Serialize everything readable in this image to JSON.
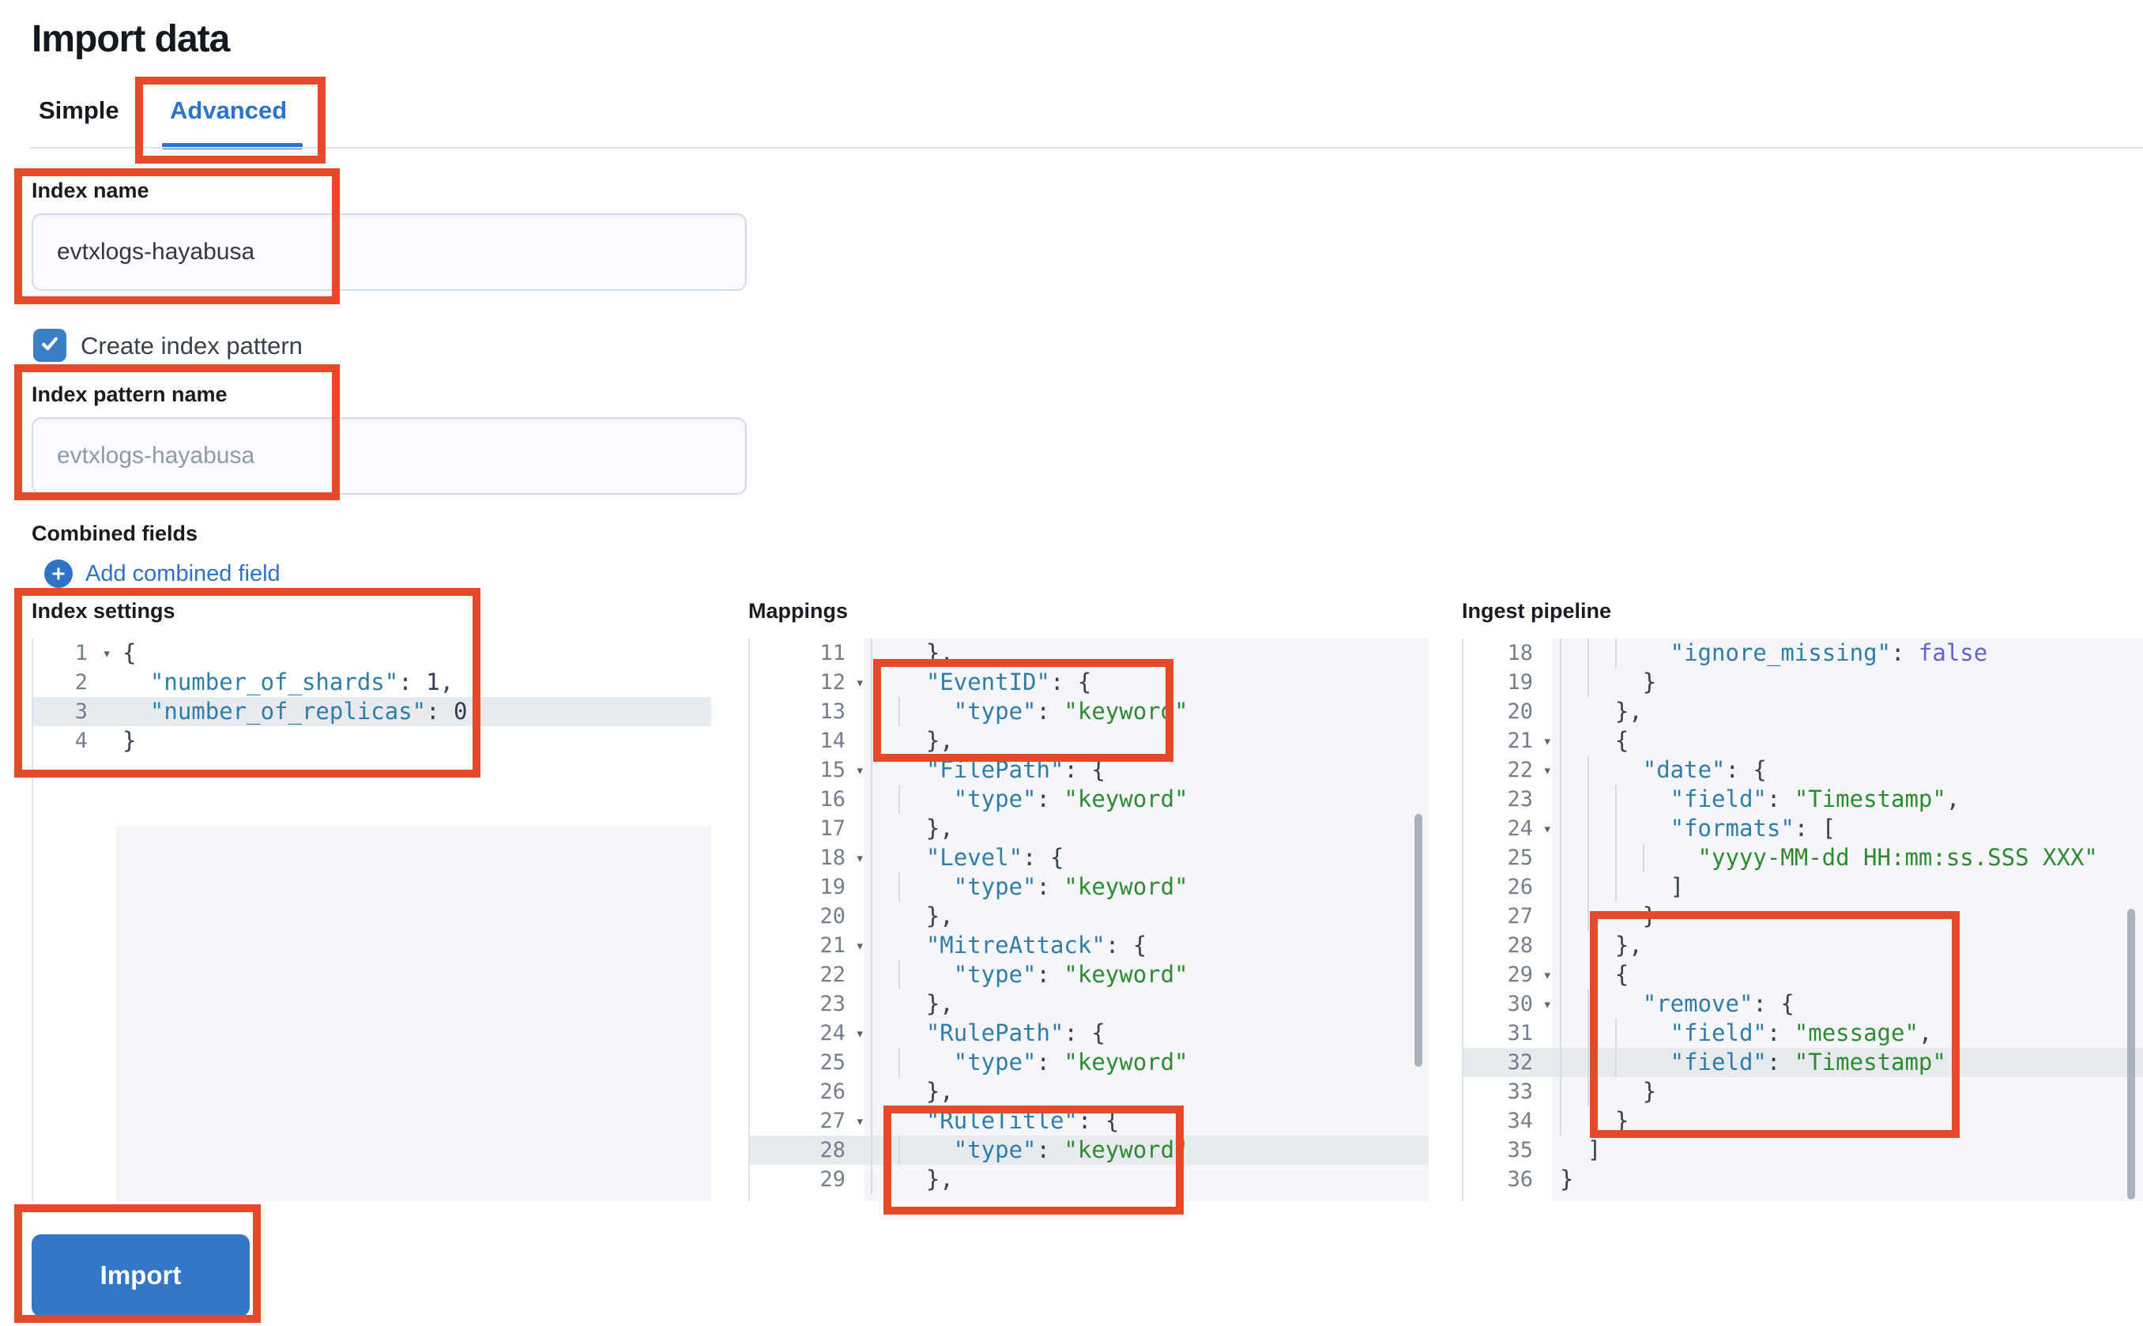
{
  "page": {
    "title": "Import data"
  },
  "tabs": [
    {
      "label": "Simple",
      "active": false
    },
    {
      "label": "Advanced",
      "active": true
    }
  ],
  "form": {
    "index_name": {
      "label": "Index name",
      "value": "evtxlogs-hayabusa"
    },
    "create_index_pattern": {
      "label": "Create index pattern",
      "checked": true
    },
    "index_pattern_name": {
      "label": "Index pattern name",
      "placeholder": "evtxlogs-hayabusa"
    },
    "combined_fields": {
      "label": "Combined fields",
      "add_link_label": "Add combined field"
    }
  },
  "colors": {
    "accent_blue": "#2e74c6",
    "button_blue": "#3377c8",
    "annotation_red": "#e64928",
    "code_key": "#2f7da8",
    "code_string": "#2e8a2e",
    "code_constant": "#6560cf"
  },
  "import_button": {
    "label": "Import"
  },
  "editors": [
    {
      "title": "Index settings",
      "lines": [
        {
          "n": "1",
          "f": 1,
          "g": 0,
          "tk": [
            [
              "p",
              "{"
            ]
          ]
        },
        {
          "n": "2",
          "g": 0,
          "tk": [
            [
              "t",
              "  "
            ],
            [
              "k",
              "\"number_of_shards\""
            ],
            [
              "p",
              ": "
            ],
            [
              "n",
              "1"
            ],
            [
              "p",
              ","
            ]
          ]
        },
        {
          "n": "3",
          "a": 1,
          "g": 0,
          "tk": [
            [
              "t",
              "  "
            ],
            [
              "k",
              "\"number_of_replicas\""
            ],
            [
              "p",
              ": "
            ],
            [
              "n",
              "0"
            ]
          ]
        },
        {
          "n": "4",
          "g": 0,
          "tk": [
            [
              "p",
              "}"
            ]
          ]
        }
      ]
    },
    {
      "title": "Mappings",
      "lines": [
        {
          "n": "11",
          "g": 1,
          "tk": [
            [
              "t",
              "  "
            ],
            [
              "p",
              "},"
            ]
          ]
        },
        {
          "n": "12",
          "f": 1,
          "g": 1,
          "tk": [
            [
              "t",
              "  "
            ],
            [
              "k",
              "\"EventID\""
            ],
            [
              "p",
              ": {"
            ]
          ]
        },
        {
          "n": "13",
          "g": 2,
          "tk": [
            [
              "t",
              "  "
            ],
            [
              "k",
              "\"type\""
            ],
            [
              "p",
              ": "
            ],
            [
              "s",
              "\"keyword\""
            ]
          ]
        },
        {
          "n": "14",
          "g": 1,
          "tk": [
            [
              "t",
              "  "
            ],
            [
              "p",
              "},"
            ]
          ]
        },
        {
          "n": "15",
          "f": 1,
          "g": 1,
          "tk": [
            [
              "t",
              "  "
            ],
            [
              "k",
              "\"FilePath\""
            ],
            [
              "p",
              ": {"
            ]
          ]
        },
        {
          "n": "16",
          "g": 2,
          "tk": [
            [
              "t",
              "  "
            ],
            [
              "k",
              "\"type\""
            ],
            [
              "p",
              ": "
            ],
            [
              "s",
              "\"keyword\""
            ]
          ]
        },
        {
          "n": "17",
          "g": 1,
          "tk": [
            [
              "t",
              "  "
            ],
            [
              "p",
              "},"
            ]
          ]
        },
        {
          "n": "18",
          "f": 1,
          "g": 1,
          "tk": [
            [
              "t",
              "  "
            ],
            [
              "k",
              "\"Level\""
            ],
            [
              "p",
              ": {"
            ]
          ]
        },
        {
          "n": "19",
          "g": 2,
          "tk": [
            [
              "t",
              "  "
            ],
            [
              "k",
              "\"type\""
            ],
            [
              "p",
              ": "
            ],
            [
              "s",
              "\"keyword\""
            ]
          ]
        },
        {
          "n": "20",
          "g": 1,
          "tk": [
            [
              "t",
              "  "
            ],
            [
              "p",
              "},"
            ]
          ]
        },
        {
          "n": "21",
          "f": 1,
          "g": 1,
          "tk": [
            [
              "t",
              "  "
            ],
            [
              "k",
              "\"MitreAttack\""
            ],
            [
              "p",
              ": {"
            ]
          ]
        },
        {
          "n": "22",
          "g": 2,
          "tk": [
            [
              "t",
              "  "
            ],
            [
              "k",
              "\"type\""
            ],
            [
              "p",
              ": "
            ],
            [
              "s",
              "\"keyword\""
            ]
          ]
        },
        {
          "n": "23",
          "g": 1,
          "tk": [
            [
              "t",
              "  "
            ],
            [
              "p",
              "},"
            ]
          ]
        },
        {
          "n": "24",
          "f": 1,
          "g": 1,
          "tk": [
            [
              "t",
              "  "
            ],
            [
              "k",
              "\"RulePath\""
            ],
            [
              "p",
              ": {"
            ]
          ]
        },
        {
          "n": "25",
          "g": 2,
          "tk": [
            [
              "t",
              "  "
            ],
            [
              "k",
              "\"type\""
            ],
            [
              "p",
              ": "
            ],
            [
              "s",
              "\"keyword\""
            ]
          ]
        },
        {
          "n": "26",
          "g": 1,
          "tk": [
            [
              "t",
              "  "
            ],
            [
              "p",
              "},"
            ]
          ]
        },
        {
          "n": "27",
          "f": 1,
          "g": 1,
          "tk": [
            [
              "t",
              "  "
            ],
            [
              "k",
              "\"RuleTitle\""
            ],
            [
              "p",
              ": {"
            ]
          ]
        },
        {
          "n": "28",
          "a": 1,
          "g": 2,
          "tk": [
            [
              "t",
              "  "
            ],
            [
              "k",
              "\"type\""
            ],
            [
              "p",
              ": "
            ],
            [
              "s",
              "\"keyword\""
            ]
          ]
        },
        {
          "n": "29",
          "g": 1,
          "tk": [
            [
              "t",
              "  "
            ],
            [
              "p",
              "},"
            ]
          ]
        }
      ]
    },
    {
      "title": "Ingest pipeline",
      "lines": [
        {
          "n": "18",
          "g": 3,
          "tk": [
            [
              "t",
              "  "
            ],
            [
              "k",
              "\"ignore_missing\""
            ],
            [
              "p",
              ": "
            ],
            [
              "c",
              "false"
            ]
          ]
        },
        {
          "n": "19",
          "g": 2,
          "tk": [
            [
              "t",
              "  "
            ],
            [
              "p",
              "}"
            ]
          ]
        },
        {
          "n": "20",
          "g": 1,
          "tk": [
            [
              "t",
              "  "
            ],
            [
              "p",
              "},"
            ]
          ]
        },
        {
          "n": "21",
          "f": 1,
          "g": 1,
          "tk": [
            [
              "t",
              "  "
            ],
            [
              "p",
              "{"
            ]
          ]
        },
        {
          "n": "22",
          "f": 1,
          "g": 2,
          "tk": [
            [
              "t",
              "  "
            ],
            [
              "k",
              "\"date\""
            ],
            [
              "p",
              ": {"
            ]
          ]
        },
        {
          "n": "23",
          "g": 3,
          "tk": [
            [
              "t",
              "  "
            ],
            [
              "k",
              "\"field\""
            ],
            [
              "p",
              ": "
            ],
            [
              "s",
              "\"Timestamp\""
            ],
            [
              "p",
              ","
            ]
          ]
        },
        {
          "n": "24",
          "f": 1,
          "g": 3,
          "tk": [
            [
              "t",
              "  "
            ],
            [
              "k",
              "\"formats\""
            ],
            [
              "p",
              ": ["
            ]
          ]
        },
        {
          "n": "25",
          "g": 4,
          "tk": [
            [
              "t",
              "  "
            ],
            [
              "s",
              "\"yyyy-MM-dd HH:mm:ss.SSS XXX\""
            ]
          ]
        },
        {
          "n": "26",
          "g": 3,
          "tk": [
            [
              "t",
              "  "
            ],
            [
              "p",
              "]"
            ]
          ]
        },
        {
          "n": "27",
          "g": 2,
          "tk": [
            [
              "t",
              "  "
            ],
            [
              "p",
              "}"
            ]
          ]
        },
        {
          "n": "28",
          "g": 1,
          "tk": [
            [
              "t",
              "  "
            ],
            [
              "p",
              "},"
            ]
          ]
        },
        {
          "n": "29",
          "f": 1,
          "g": 1,
          "tk": [
            [
              "t",
              "  "
            ],
            [
              "p",
              "{"
            ]
          ]
        },
        {
          "n": "30",
          "f": 1,
          "g": 2,
          "tk": [
            [
              "t",
              "  "
            ],
            [
              "k",
              "\"remove\""
            ],
            [
              "p",
              ": {"
            ]
          ]
        },
        {
          "n": "31",
          "g": 3,
          "tk": [
            [
              "t",
              "  "
            ],
            [
              "k",
              "\"field\""
            ],
            [
              "p",
              ": "
            ],
            [
              "s",
              "\"message\""
            ],
            [
              "p",
              ","
            ]
          ]
        },
        {
          "n": "32",
          "a": 1,
          "g": 3,
          "tk": [
            [
              "t",
              "  "
            ],
            [
              "k",
              "\"field\""
            ],
            [
              "p",
              ": "
            ],
            [
              "s",
              "\"Timestamp\""
            ]
          ]
        },
        {
          "n": "33",
          "g": 2,
          "tk": [
            [
              "t",
              "  "
            ],
            [
              "p",
              "}"
            ]
          ]
        },
        {
          "n": "34",
          "g": 1,
          "tk": [
            [
              "t",
              "  "
            ],
            [
              "p",
              "}"
            ]
          ]
        },
        {
          "n": "35",
          "g": 0,
          "tk": [
            [
              "t",
              "  "
            ],
            [
              "p",
              "]"
            ]
          ]
        },
        {
          "n": "36",
          "g": 0,
          "tk": [
            [
              "p",
              "}"
            ]
          ]
        }
      ]
    }
  ]
}
